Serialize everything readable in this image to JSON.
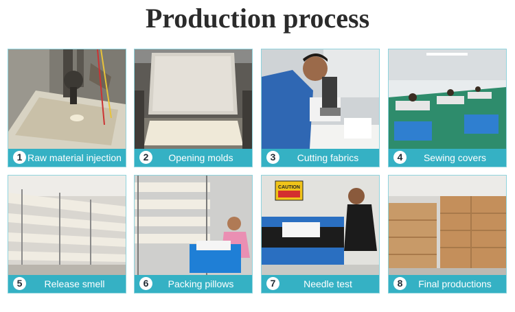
{
  "title": "Production process",
  "steps": [
    {
      "number": "1",
      "label": "Raw material injection"
    },
    {
      "number": "2",
      "label": "Opening molds"
    },
    {
      "number": "3",
      "label": "Cutting fabrics"
    },
    {
      "number": "4",
      "label": "Sewing covers"
    },
    {
      "number": "5",
      "label": "Release smell"
    },
    {
      "number": "6",
      "label": "Packing pillows"
    },
    {
      "number": "7",
      "label": "Needle test"
    },
    {
      "number": "8",
      "label": "Final productions"
    }
  ],
  "sign_text": {
    "caution": "CAUTION"
  },
  "colors": {
    "caption_bar": "#35b1c4",
    "card_border": "#8ed3dd",
    "title": "#2b2b2b"
  }
}
